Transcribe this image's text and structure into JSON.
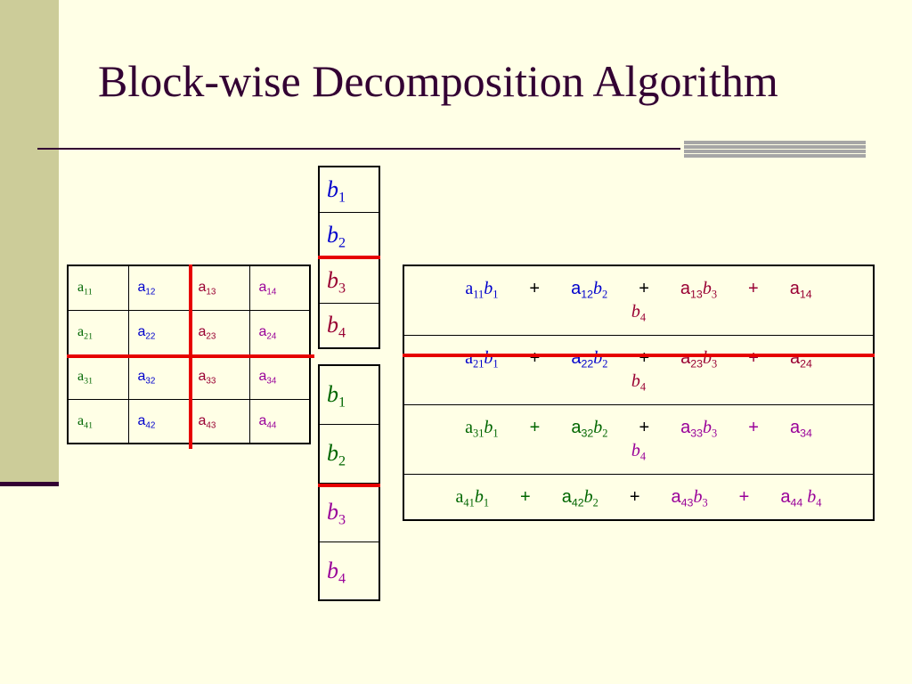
{
  "slide": {
    "title": "Block-wise Decomposition Algorithm",
    "colors": {
      "background": "#FFFFE6",
      "band": "#CCCC99",
      "title": "#330033",
      "split_line": "#E60000",
      "a_col1": "#006600",
      "a_col2": "#0000CC",
      "a_col3": "#990033",
      "a_col4": "#990099"
    }
  },
  "matrix_a": {
    "rows": [
      [
        "a",
        "11",
        "a",
        "12",
        "a",
        "13",
        "a",
        "14"
      ],
      [
        "a",
        "21",
        "a",
        "22",
        "a",
        "23",
        "a",
        "24"
      ],
      [
        "a",
        "31",
        "a",
        "32",
        "a",
        "33",
        "a",
        "34"
      ],
      [
        "a",
        "41",
        "a",
        "42",
        "a",
        "43",
        "a",
        "44"
      ]
    ]
  },
  "vector_b_top": {
    "items": [
      {
        "base": "b",
        "sub": "1"
      },
      {
        "base": "b",
        "sub": "2"
      },
      {
        "base": "b",
        "sub": "3"
      },
      {
        "base": "b",
        "sub": "4"
      }
    ]
  },
  "vector_b_bottom": {
    "items": [
      {
        "base": "b",
        "sub": "1"
      },
      {
        "base": "b",
        "sub": "2"
      },
      {
        "base": "b",
        "sub": "3"
      },
      {
        "base": "b",
        "sub": "4"
      }
    ]
  },
  "result": {
    "plus": "+",
    "rows": [
      {
        "terms": [
          {
            "a": "a",
            "a_sub": "11",
            "b": "b",
            "b_sub": "1"
          },
          {
            "a": "a",
            "a_sub": "12",
            "b": "b",
            "b_sub": "2"
          },
          {
            "a": "a",
            "a_sub": "13",
            "b": "b",
            "b_sub": "3"
          },
          {
            "a": "a",
            "a_sub": "14",
            "b": "b",
            "b_sub": "4"
          }
        ]
      },
      {
        "terms": [
          {
            "a": "a",
            "a_sub": "21",
            "b": "b",
            "b_sub": "1"
          },
          {
            "a": "a",
            "a_sub": "22",
            "b": "b",
            "b_sub": "2"
          },
          {
            "a": "a",
            "a_sub": "23",
            "b": "b",
            "b_sub": "3"
          },
          {
            "a": "a",
            "a_sub": "24",
            "b": "b",
            "b_sub": "4"
          }
        ]
      },
      {
        "terms": [
          {
            "a": "a",
            "a_sub": "31",
            "b": "b",
            "b_sub": "1"
          },
          {
            "a": "a",
            "a_sub": "32",
            "b": "b",
            "b_sub": "2"
          },
          {
            "a": "a",
            "a_sub": "33",
            "b": "b",
            "b_sub": "3"
          },
          {
            "a": "a",
            "a_sub": "34",
            "b": "b",
            "b_sub": "4"
          }
        ]
      },
      {
        "terms": [
          {
            "a": "a",
            "a_sub": "41",
            "b": "b",
            "b_sub": "1"
          },
          {
            "a": "a",
            "a_sub": "42",
            "b": "b",
            "b_sub": "2"
          },
          {
            "a": "a",
            "a_sub": "43",
            "b": "b",
            "b_sub": "3"
          },
          {
            "a": "a",
            "a_sub": "44",
            "b": "b",
            "b_sub": "4"
          }
        ]
      }
    ]
  }
}
